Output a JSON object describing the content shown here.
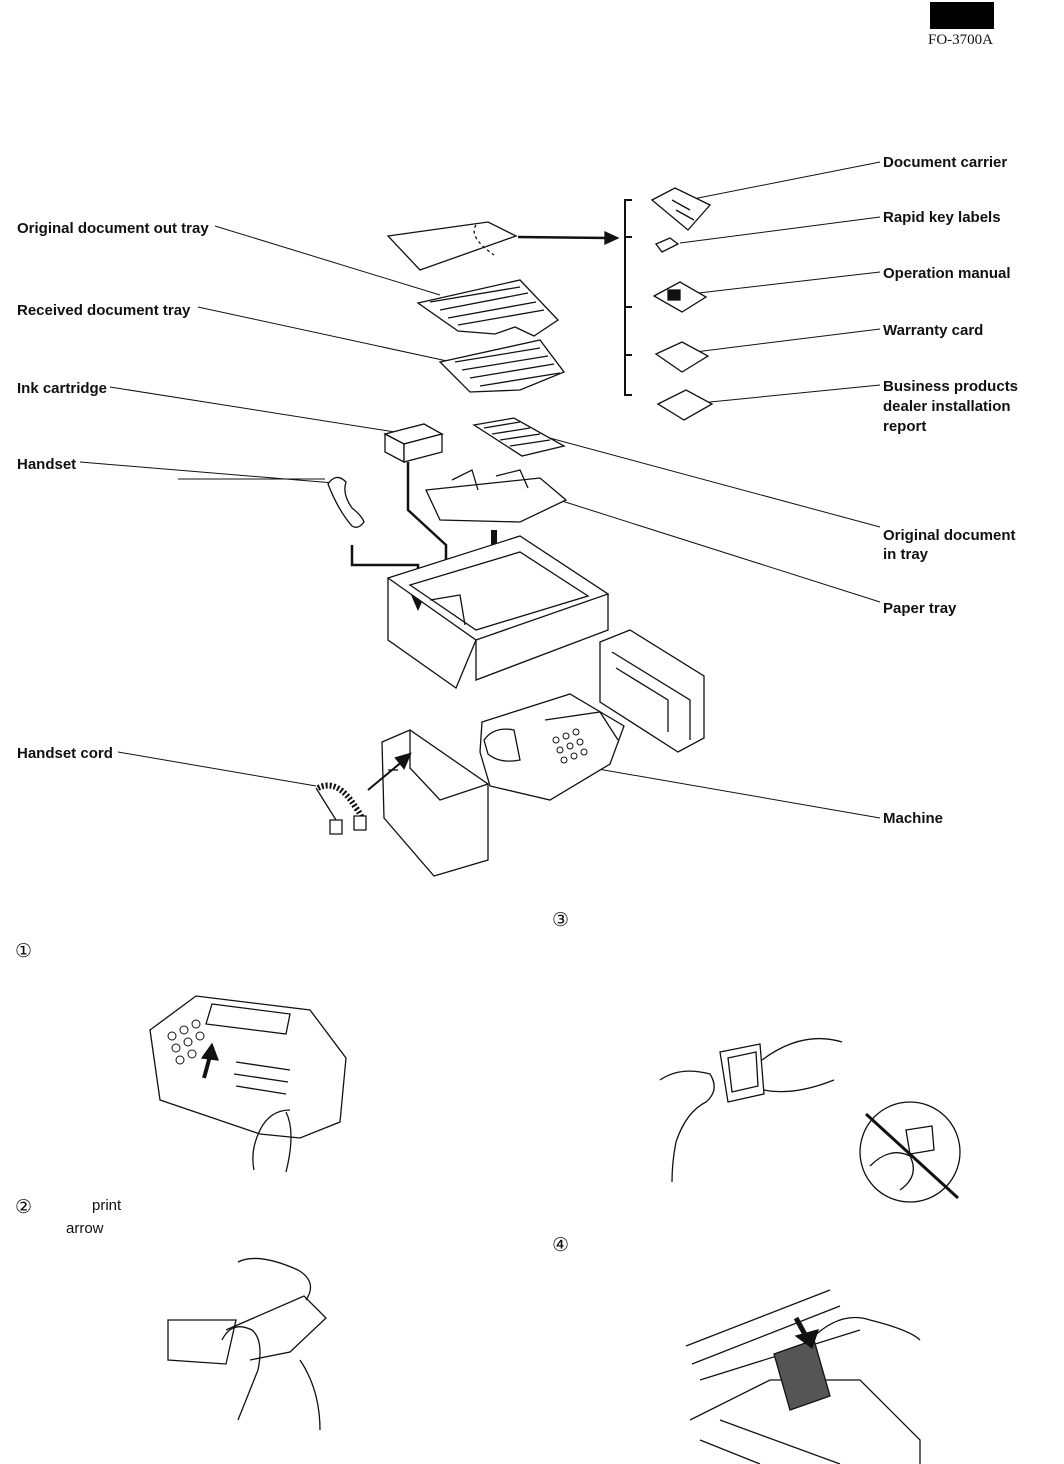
{
  "header": {
    "model": "FO-3700A"
  },
  "labels": {
    "document_carrier": "Document carrier",
    "rapid_key_labels": "Rapid key labels",
    "operation_manual": "Operation manual",
    "warranty_card": "Warranty card",
    "business_products_1": "Business products",
    "business_products_2": "dealer installation",
    "business_products_3": "report",
    "original_out_tray": "Original document out tray",
    "received_tray": "Received document tray",
    "ink_cartridge": "Ink cartridge",
    "handset": "Handset",
    "original_in_tray_1": "Original document",
    "original_in_tray_2": "in tray",
    "paper_tray": "Paper tray",
    "handset_cord": "Handset cord",
    "machine": "Machine"
  },
  "steps": {
    "s1": "①",
    "s2": "②",
    "s3": "③",
    "s4": "④",
    "s2_frag1": "print",
    "s2_frag2": "arrow"
  }
}
